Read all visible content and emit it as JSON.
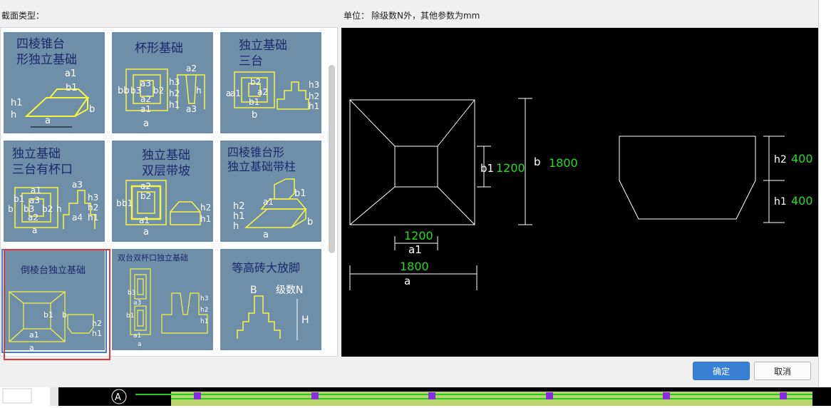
{
  "dialog": {
    "section_label": "截面类型：",
    "unit_label": "单位：",
    "unit_note": "除级数N外，其他参数为mm",
    "ok_label": "确定",
    "cancel_label": "取消"
  },
  "thumbnails": [
    {
      "title1": "四棱锥台",
      "title2": "形独立基础",
      "labels": [
        "a1",
        "b1",
        "h1",
        "h",
        "a",
        "b"
      ]
    },
    {
      "title1": "杯形基础",
      "title2": "",
      "labels": [
        "a2",
        "b3",
        "b2",
        "b1",
        "bb",
        "a3",
        "a2",
        "a1",
        "a",
        "h3",
        "h2",
        "h1",
        "h",
        "a3"
      ]
    },
    {
      "title1": "独立基础",
      "title2": "三台",
      "labels": [
        "b2",
        "a2",
        "b1",
        "a1",
        "b",
        "a",
        "h3",
        "h2",
        "h1"
      ]
    },
    {
      "title1": "独立基础",
      "title2": "三台有杯口",
      "labels": [
        "a1",
        "b1",
        "a3",
        "b3",
        "b2",
        "a2",
        "b",
        "a",
        "a3",
        "h",
        "a4",
        "h3",
        "h2",
        "h1"
      ]
    },
    {
      "title1": "独立基础",
      "title2": "双层带坡",
      "labels": [
        "a2",
        "b2",
        "b1",
        "b",
        "a1",
        "a",
        "h2",
        "h1"
      ]
    },
    {
      "title1": "四棱锥台形",
      "title2": "独立基础带柱",
      "labels": [
        "h2",
        "h1",
        "h",
        "b1",
        "a1",
        "b",
        "a"
      ]
    },
    {
      "title1": "倒棱台独立基础",
      "title2": "",
      "labels": [
        "b1",
        "a1",
        "b",
        "a",
        "h2",
        "h1"
      ]
    },
    {
      "title1": "双台双杯口独立基础",
      "title2": "",
      "labels": [
        "a3",
        "b3",
        "a1",
        "b1",
        "h3",
        "h2",
        "h1",
        "a"
      ]
    },
    {
      "title1": "等高砖大放脚",
      "title2": "",
      "labels": [
        "B",
        "级数N",
        "H"
      ]
    }
  ],
  "drawing": {
    "dim_b1": "b1",
    "val_b1": "1200",
    "dim_b": "b",
    "val_b": "1800",
    "dim_a1": "a1",
    "val_a1": "1200",
    "dim_a": "a",
    "val_a": "1800",
    "dim_h2": "h2",
    "val_h2": "400",
    "dim_h1": "h1",
    "val_h1": "400",
    "colors": {
      "value": "#22dd22",
      "line": "#ffffff",
      "background": "#000000"
    }
  },
  "underlay": {
    "axis_label": "A"
  }
}
